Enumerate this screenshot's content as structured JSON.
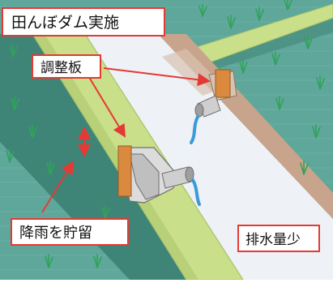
{
  "title": "田んぼダム実施",
  "labels": {
    "board": "調整板",
    "storage": "降雨を貯留",
    "drain": "排水量少"
  },
  "colors": {
    "paddy": "#5fa79a",
    "paddy_dark": "#3f8577",
    "levee": "#c9df8a",
    "levee_edge": "#a9c36a",
    "channel": "#eef1f6",
    "channel_wall": "#c8a48c",
    "board": "#d98a3e",
    "water": "#3b9ad8",
    "rice": "#2fa35a",
    "label_border": "#e53935",
    "arrow": "#e53935"
  }
}
